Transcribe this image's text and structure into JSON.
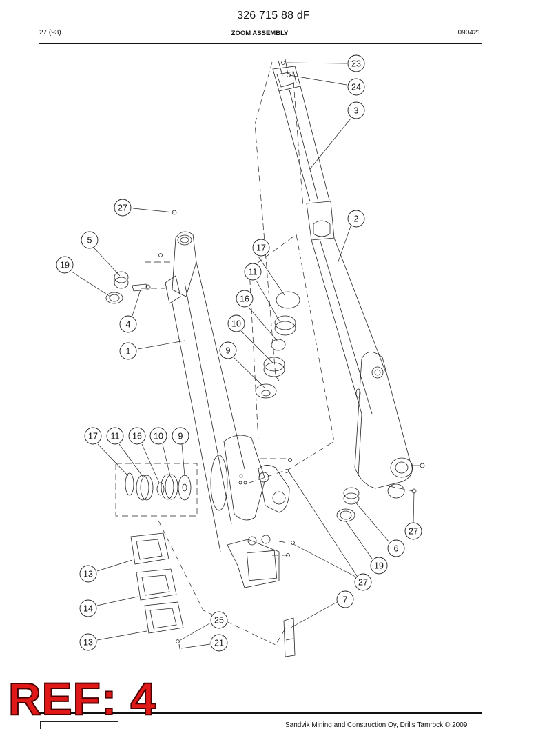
{
  "header": {
    "document_number": "326 715 88 dF",
    "page_ref": "27 (93)",
    "section_title": "ZOOM ASSEMBLY",
    "date_code": "090421"
  },
  "callouts": [
    {
      "label": "23",
      "part": 23
    },
    {
      "label": "24",
      "part": 24
    },
    {
      "label": "3",
      "part": 3
    },
    {
      "label": "2",
      "part": 2
    },
    {
      "label": "27",
      "part": 27
    },
    {
      "label": "5",
      "part": 5
    },
    {
      "label": "19",
      "part": 19
    },
    {
      "label": "17",
      "part": 17
    },
    {
      "label": "11",
      "part": 11
    },
    {
      "label": "16",
      "part": 16
    },
    {
      "label": "10",
      "part": 10
    },
    {
      "label": "4",
      "part": 4
    },
    {
      "label": "9",
      "part": 9
    },
    {
      "label": "1",
      "part": 1
    },
    {
      "label": "17",
      "part": 17
    },
    {
      "label": "11",
      "part": 11
    },
    {
      "label": "16",
      "part": 16
    },
    {
      "label": "10",
      "part": 10
    },
    {
      "label": "9",
      "part": 9
    },
    {
      "label": "27",
      "part": 27
    },
    {
      "label": "6",
      "part": 6
    },
    {
      "label": "19",
      "part": 19
    },
    {
      "label": "27",
      "part": 27
    },
    {
      "label": "13",
      "part": 13
    },
    {
      "label": "7",
      "part": 7
    },
    {
      "label": "14",
      "part": 14
    },
    {
      "label": "25",
      "part": 25
    },
    {
      "label": "13",
      "part": 13
    },
    {
      "label": "21",
      "part": 21
    }
  ],
  "stamp": {
    "text": "REF: 4",
    "color": "#e01818"
  },
  "footer": {
    "copyright": "Sandvik Mining and Construction Oy, Drills Tamrock © 2009"
  }
}
